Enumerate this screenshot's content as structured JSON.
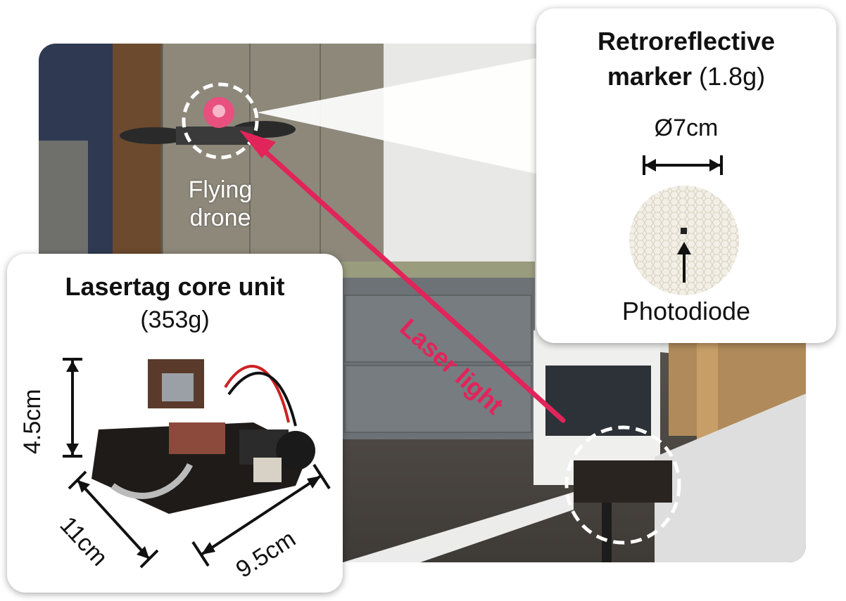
{
  "labels": {
    "marker_title_line1": "Retroreflective",
    "marker_title_line2": "marker",
    "marker_weight": "(1.8g)",
    "marker_diameter": "Ø7cm",
    "photodiode": "Photodiode",
    "drone_line1": "Flying",
    "drone_line2": "drone",
    "laser": "Laser light",
    "core_title": "Lasertag core unit",
    "core_weight": "(353g)",
    "dim_height": "4.5cm",
    "dim_depth": "11cm",
    "dim_width": "9.5cm"
  },
  "colors": {
    "laser": "#e1245a",
    "card_bg": "#ffffff",
    "text": "#111111",
    "highlight_circle": "#ffffff"
  },
  "icons": {
    "arrow": "arrow-icon",
    "dimension": "double-arrow-icon"
  }
}
